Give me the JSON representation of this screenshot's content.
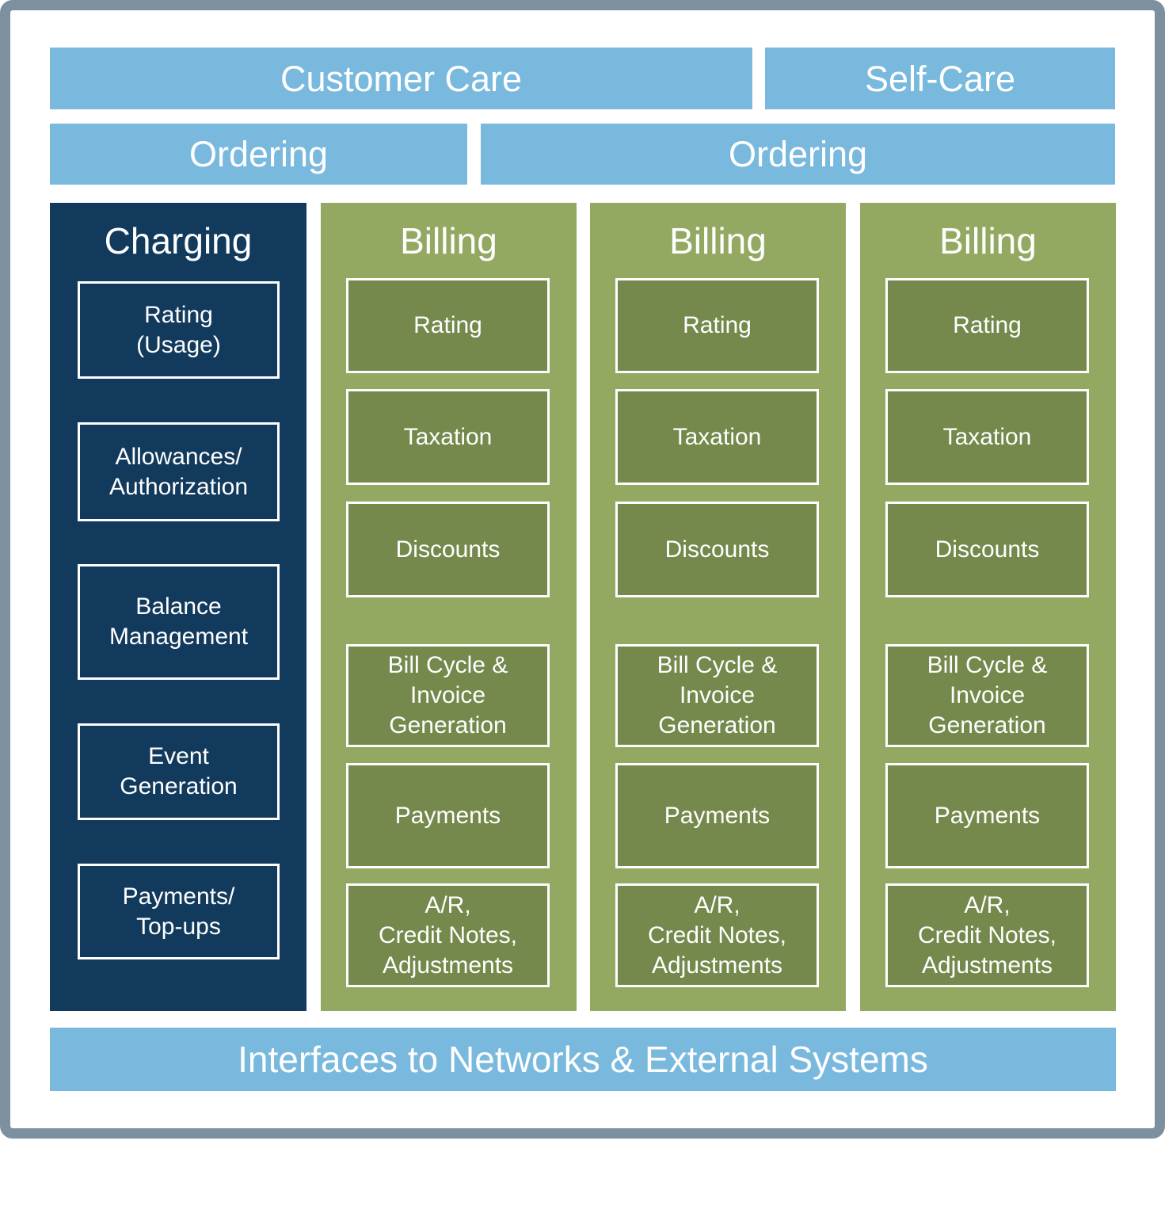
{
  "diagram": {
    "top_row": {
      "customer_care": "Customer Care",
      "self_care": "Self-Care"
    },
    "second_row": {
      "ordering_left": "Ordering",
      "ordering_right": "Ordering"
    },
    "charging": {
      "title": "Charging",
      "boxes": [
        "Rating\n(Usage)",
        "Allowances/\nAuthorization",
        "Balance\nManagement",
        "Event\nGeneration",
        "Payments/\nTop-ups"
      ]
    },
    "billing_columns": [
      {
        "title": "Billing",
        "boxes": [
          "Rating",
          "Taxation",
          "Discounts",
          "Bill Cycle &\nInvoice\nGeneration",
          "Payments",
          "A/R,\nCredit Notes,\nAdjustments"
        ]
      },
      {
        "title": "Billing",
        "boxes": [
          "Rating",
          "Taxation",
          "Discounts",
          "Bill Cycle &\nInvoice\nGeneration",
          "Payments",
          "A/R,\nCredit Notes,\nAdjustments"
        ]
      },
      {
        "title": "Billing",
        "boxes": [
          "Rating",
          "Taxation",
          "Discounts",
          "Bill Cycle &\nInvoice\nGeneration",
          "Payments",
          "A/R,\nCredit Notes,\nAdjustments"
        ]
      }
    ],
    "bottom_bar": "Interfaces to Networks & External Systems"
  },
  "colors": {
    "bar_blue": "#7ab9de",
    "navy": "#123a5c",
    "olive_light": "#93a961",
    "olive_dark": "#74894b",
    "frame_gray": "#7c90a0",
    "text_white": "#ffffff"
  }
}
